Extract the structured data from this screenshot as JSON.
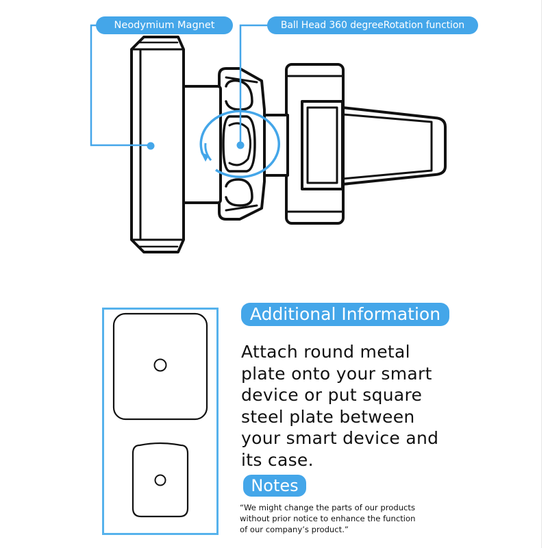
{
  "callouts": {
    "magnet_label": "Neodymium Magnet",
    "ball_head_label": "Ball Head 360 degreeRotation function"
  },
  "info": {
    "heading": "Additional Information",
    "lines": [
      "Attach round metal",
      "plate onto your smart",
      "device or put square",
      "steel plate between",
      "your smart device and",
      "its case."
    ]
  },
  "notes": {
    "heading": "Notes",
    "lines": [
      "“We might change the parts of our products",
      "without prior notice to enhance the function",
      "of our company’s product.”"
    ]
  },
  "icons": {
    "rotation": "rotation-arrow-icon",
    "plate_hole": "screw-hole-icon"
  },
  "colors": {
    "accent": "#44a6e9",
    "outline": "#111111",
    "text": "#111111",
    "background": "#ffffff"
  }
}
